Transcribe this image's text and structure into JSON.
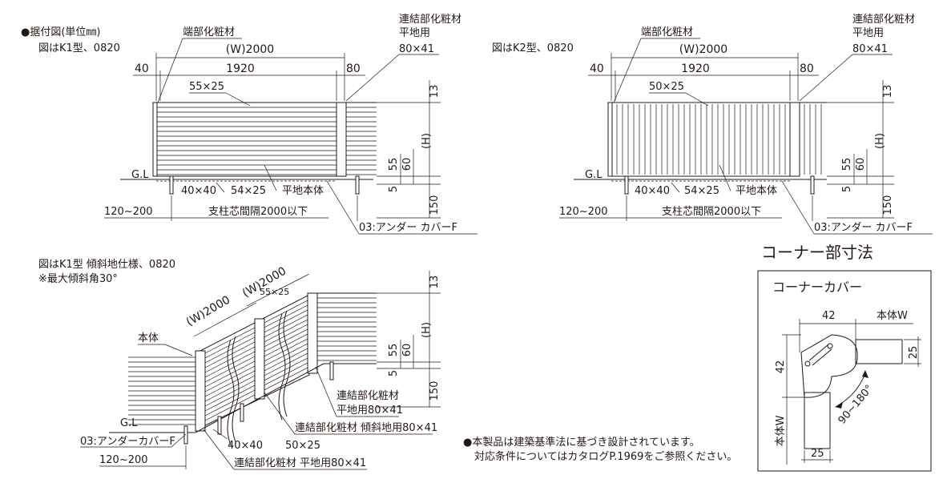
{
  "header": {
    "title": "●据付図(単位㎜)",
    "k1_caption": "図はK1型、0820",
    "k2_caption": "図はK2型、0820",
    "slope_caption": "図はK1型 傾斜地仕様、0820",
    "slope_note": "※最大傾斜角30°"
  },
  "dims": {
    "w2000": "(W)2000",
    "d1920": "1920",
    "d40": "40",
    "d80": "80",
    "d13": "13",
    "dH": "(H)",
    "d55": "55",
    "d60": "60",
    "d5": "5",
    "d150": "150",
    "range": "120~200",
    "p40x40": "40×40",
    "p54x25": "54×25",
    "p55x25": "55×25",
    "p50x25": "50×25",
    "p50x25b": "50×25"
  },
  "labels": {
    "end_post": "端部化粧材",
    "connect_post_1": "連結部化粧材",
    "connect_post_2": "平地用",
    "connect_size": "80×41",
    "gl": "G.L",
    "flat_body": "平地本体",
    "span": "支柱芯間隔2000以下",
    "under_cover": "03:アンダー カバーF",
    "under_cover_slope": "03:アンダーカバーF",
    "body": "本体",
    "conn_flat_a": "連結部化粧材",
    "conn_flat_b": "平地用80×41",
    "conn_slope": "連結部化粧材 傾斜地用80×41",
    "conn_flat_bottom": "連結部化粧材 平地用80×41"
  },
  "corner": {
    "heading": "コーナー部寸法",
    "cover_title": "コーナーカバー",
    "d42_top": "42",
    "body_w_top": "本体W",
    "d25_right": "25",
    "d42_left": "42",
    "angle": "90~180°",
    "body_w_left": "本体W",
    "d25_bottom": "25"
  },
  "notes": {
    "line1": "●本製品は建築基準法に基づき設計されています。",
    "line2": "対応条件についてはカタログP.1969をご参照ください。"
  }
}
